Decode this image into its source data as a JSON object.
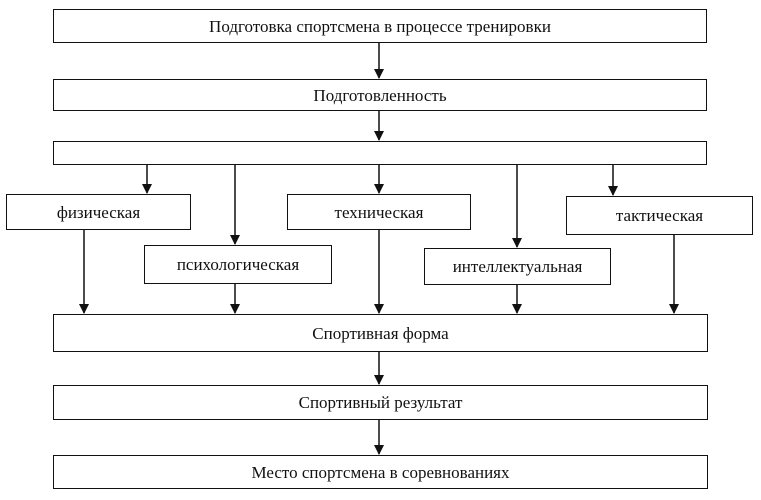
{
  "diagram": {
    "nodes": {
      "training": "Подготовка спортсмена в процессе тренировки",
      "readiness": "Подготовленность",
      "distributor": "",
      "physical": "физическая",
      "technical": "техническая",
      "tactical": "тактическая",
      "psychological": "психологическая",
      "intellectual": "интеллектуальная",
      "form": "Спортивная форма",
      "result": "Спортивный результат",
      "place": "Место спортсмена в соревнованиях"
    },
    "edges": [
      [
        "training",
        "readiness"
      ],
      [
        "readiness",
        "distributor"
      ],
      [
        "distributor",
        "physical"
      ],
      [
        "distributor",
        "psychological"
      ],
      [
        "distributor",
        "technical"
      ],
      [
        "distributor",
        "intellectual"
      ],
      [
        "distributor",
        "tactical"
      ],
      [
        "physical",
        "form"
      ],
      [
        "psychological",
        "form"
      ],
      [
        "technical",
        "form"
      ],
      [
        "intellectual",
        "form"
      ],
      [
        "tactical",
        "form"
      ],
      [
        "form",
        "result"
      ],
      [
        "result",
        "place"
      ]
    ]
  }
}
